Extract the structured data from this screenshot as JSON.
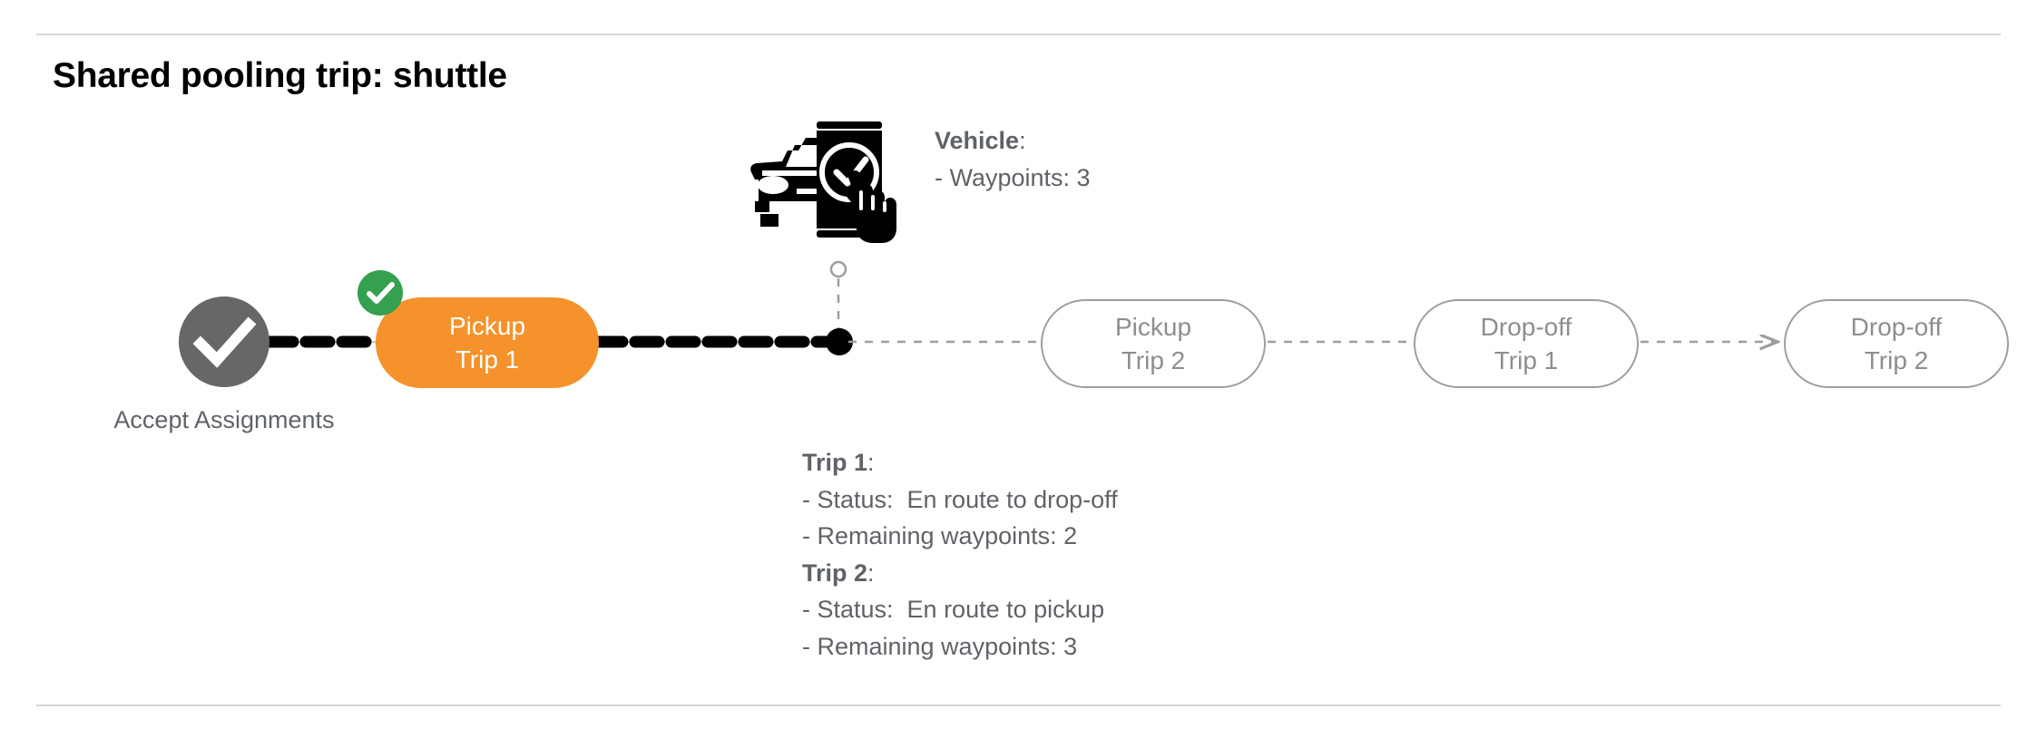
{
  "page": {
    "title": "Shared pooling trip: shuttle",
    "background": "#ffffff",
    "divider_color": "#d5d7d8"
  },
  "colors": {
    "active_pill": "#f5922b",
    "active_pill_text": "#ffffff",
    "future_pill_border": "#9e9e9e",
    "future_pill_text": "#8e8e8e",
    "start_node": "#676767",
    "check_badge": "#34a050",
    "note_text": "#5f6368",
    "traveled_path": "#000000",
    "future_path": "#9e9e9e"
  },
  "flow": {
    "start_node": {
      "icon": "check-circle-icon",
      "label_line1": "Accept",
      "label_line2": "Assignments"
    },
    "nodes": [
      {
        "id": "pickup-trip-1",
        "line1": "Pickup",
        "line2": "Trip 1",
        "state": "active",
        "badge": "completed-check-icon"
      },
      {
        "id": "pickup-trip-2",
        "line1": "Pickup",
        "line2": "Trip 2",
        "state": "upcoming",
        "badge": null
      },
      {
        "id": "dropoff-trip-1",
        "line1": "Drop-off",
        "line2": "Trip 1",
        "state": "upcoming",
        "badge": null
      },
      {
        "id": "dropoff-trip-2",
        "line1": "Drop-off",
        "line2": "Trip 2",
        "state": "upcoming",
        "badge": null
      }
    ],
    "vehicle_marker": {
      "icon": "vehicle-app-checkmark-icon",
      "position_dot": "current-vehicle-position-dot"
    }
  },
  "annotations": {
    "vehicle": {
      "heading": "Vehicle",
      "heading_suffix": ":",
      "lines": [
        "- Waypoints: 3"
      ]
    },
    "trips": [
      {
        "heading": "Trip 1",
        "heading_suffix": ":",
        "lines": [
          "- Status:  En route to drop-off",
          "- Remaining waypoints: 2"
        ]
      },
      {
        "heading": "Trip 2",
        "heading_suffix": ":",
        "lines": [
          "- Status:  En route to pickup",
          "- Remaining waypoints: 3"
        ]
      }
    ]
  }
}
